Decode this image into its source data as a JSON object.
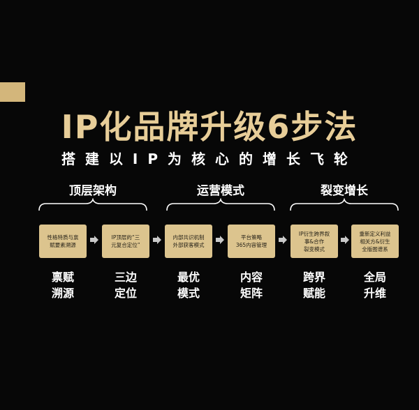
{
  "title": "IP化品牌升级6步法",
  "subtitle": "搭建以IP为核心的增长飞轮",
  "groups": [
    {
      "label": "顶层架构"
    },
    {
      "label": "运营模式"
    },
    {
      "label": "裂变增长"
    }
  ],
  "boxes": [
    {
      "line1": "性格特质与禀",
      "line2": "赋要素溯源"
    },
    {
      "line1": "IP顶层的“三",
      "line2": "元复合定位”"
    },
    {
      "line1": "内部共识机制",
      "line2": "外部获客模式"
    },
    {
      "line1": "平台策略",
      "line2": "365内容管理"
    },
    {
      "line1": "IP衍生跨界叙",
      "line2": "事&合作",
      "line3": "裂变模式"
    },
    {
      "line1": "重新定义利益",
      "line2": "相关方&衍生",
      "line3": "全版图谱系"
    }
  ],
  "steps": [
    {
      "line1": "禀赋",
      "line2": "溯源"
    },
    {
      "line1": "三边",
      "line2": "定位"
    },
    {
      "line1": "最优",
      "line2": "模式"
    },
    {
      "line1": "内容",
      "line2": "矩阵"
    },
    {
      "line1": "跨界",
      "line2": "赋能"
    },
    {
      "line1": "全局",
      "line2": "升维"
    }
  ],
  "colors": {
    "gold": "#e7cd98",
    "box": "#dcc48e",
    "background": "#070707"
  }
}
